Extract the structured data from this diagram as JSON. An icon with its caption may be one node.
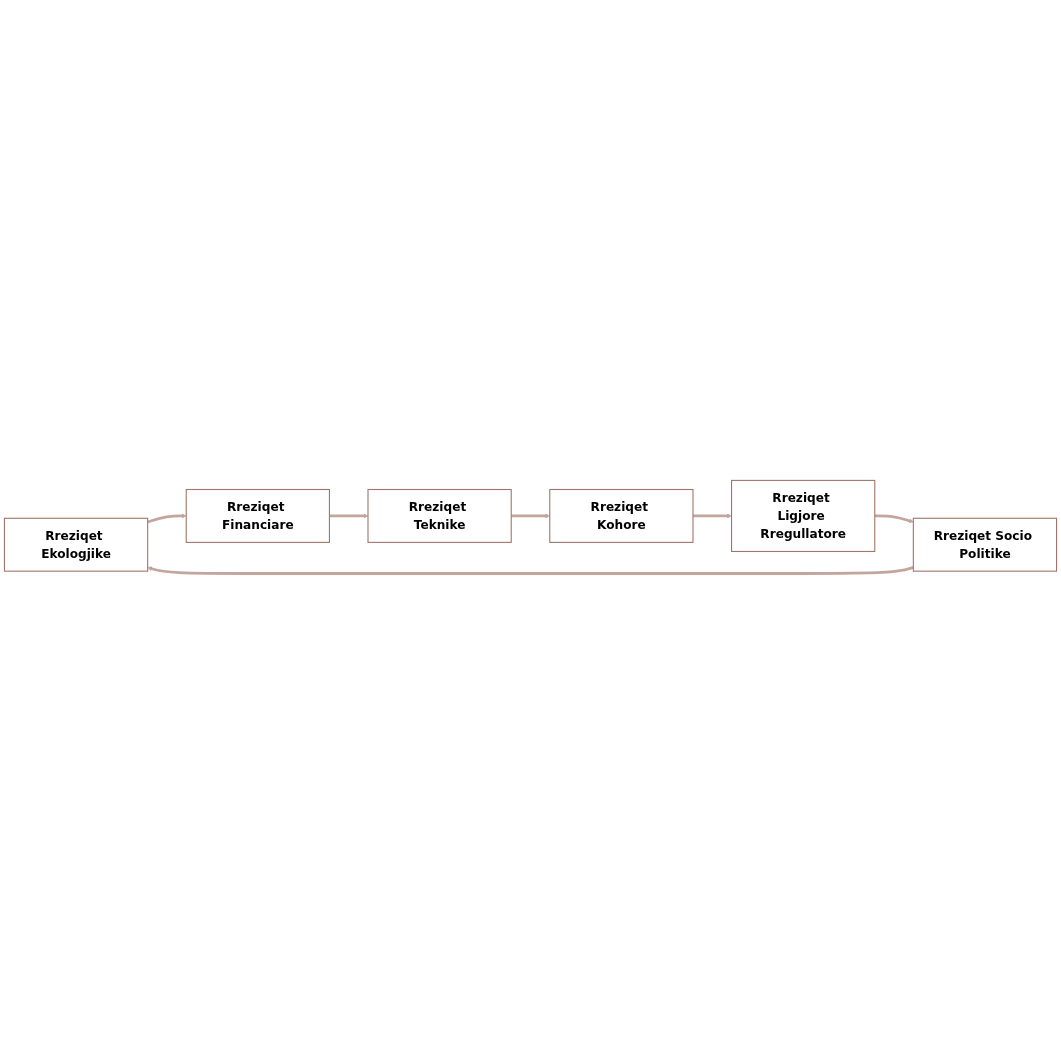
{
  "diagram": {
    "nodes": [
      {
        "text": [
          "Rreziqet Ekologjike"
        ]
      },
      {
        "text": [
          "Rreziqet Financiare"
        ]
      },
      {
        "text": [
          "Rreziqet Socio Politike"
        ]
      },
      {
        "text": [
          "Rreziqet Teknike"
        ]
      },
      {
        "text": [
          "Rreziqet Ligjore Rregullatore"
        ]
      },
      {
        "text": [
          "Rreziqet Kohore"
        ]
      }
    ],
    "edges": [
      {
        "from": 0,
        "to": 1,
        "arrow": "to"
      },
      {
        "from": 1,
        "to": 3,
        "arrow": "to"
      },
      {
        "from": 3,
        "to": 5,
        "arrow": "to"
      },
      {
        "from": 5,
        "to": 4,
        "arrow": "to"
      },
      {
        "from": 4,
        "to": 2,
        "arrow": "to"
      },
      {
        "from": 2,
        "to": 0,
        "arrow": "to"
      }
    ]
  }
}
